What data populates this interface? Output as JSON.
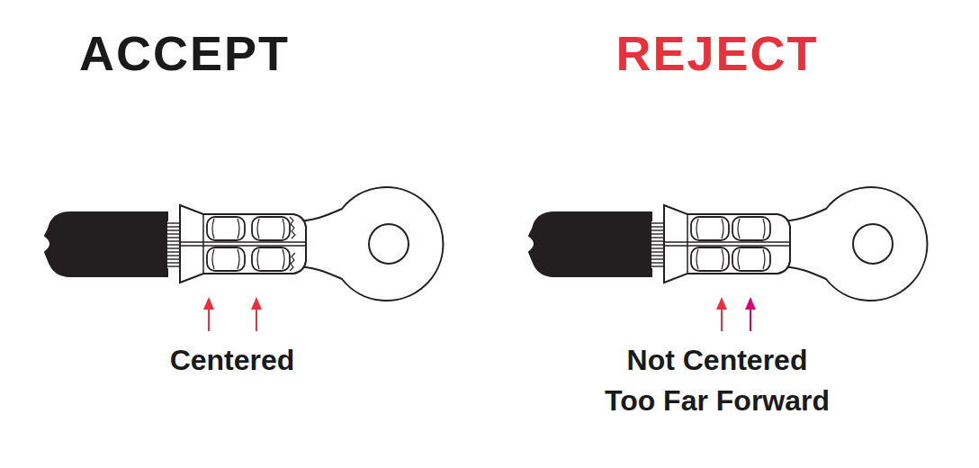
{
  "diagram": {
    "labels": [
      "ACCEPT",
      "REJECT",
      "Centered",
      "Not Centered Too Far Forward"
    ]
  }
}
